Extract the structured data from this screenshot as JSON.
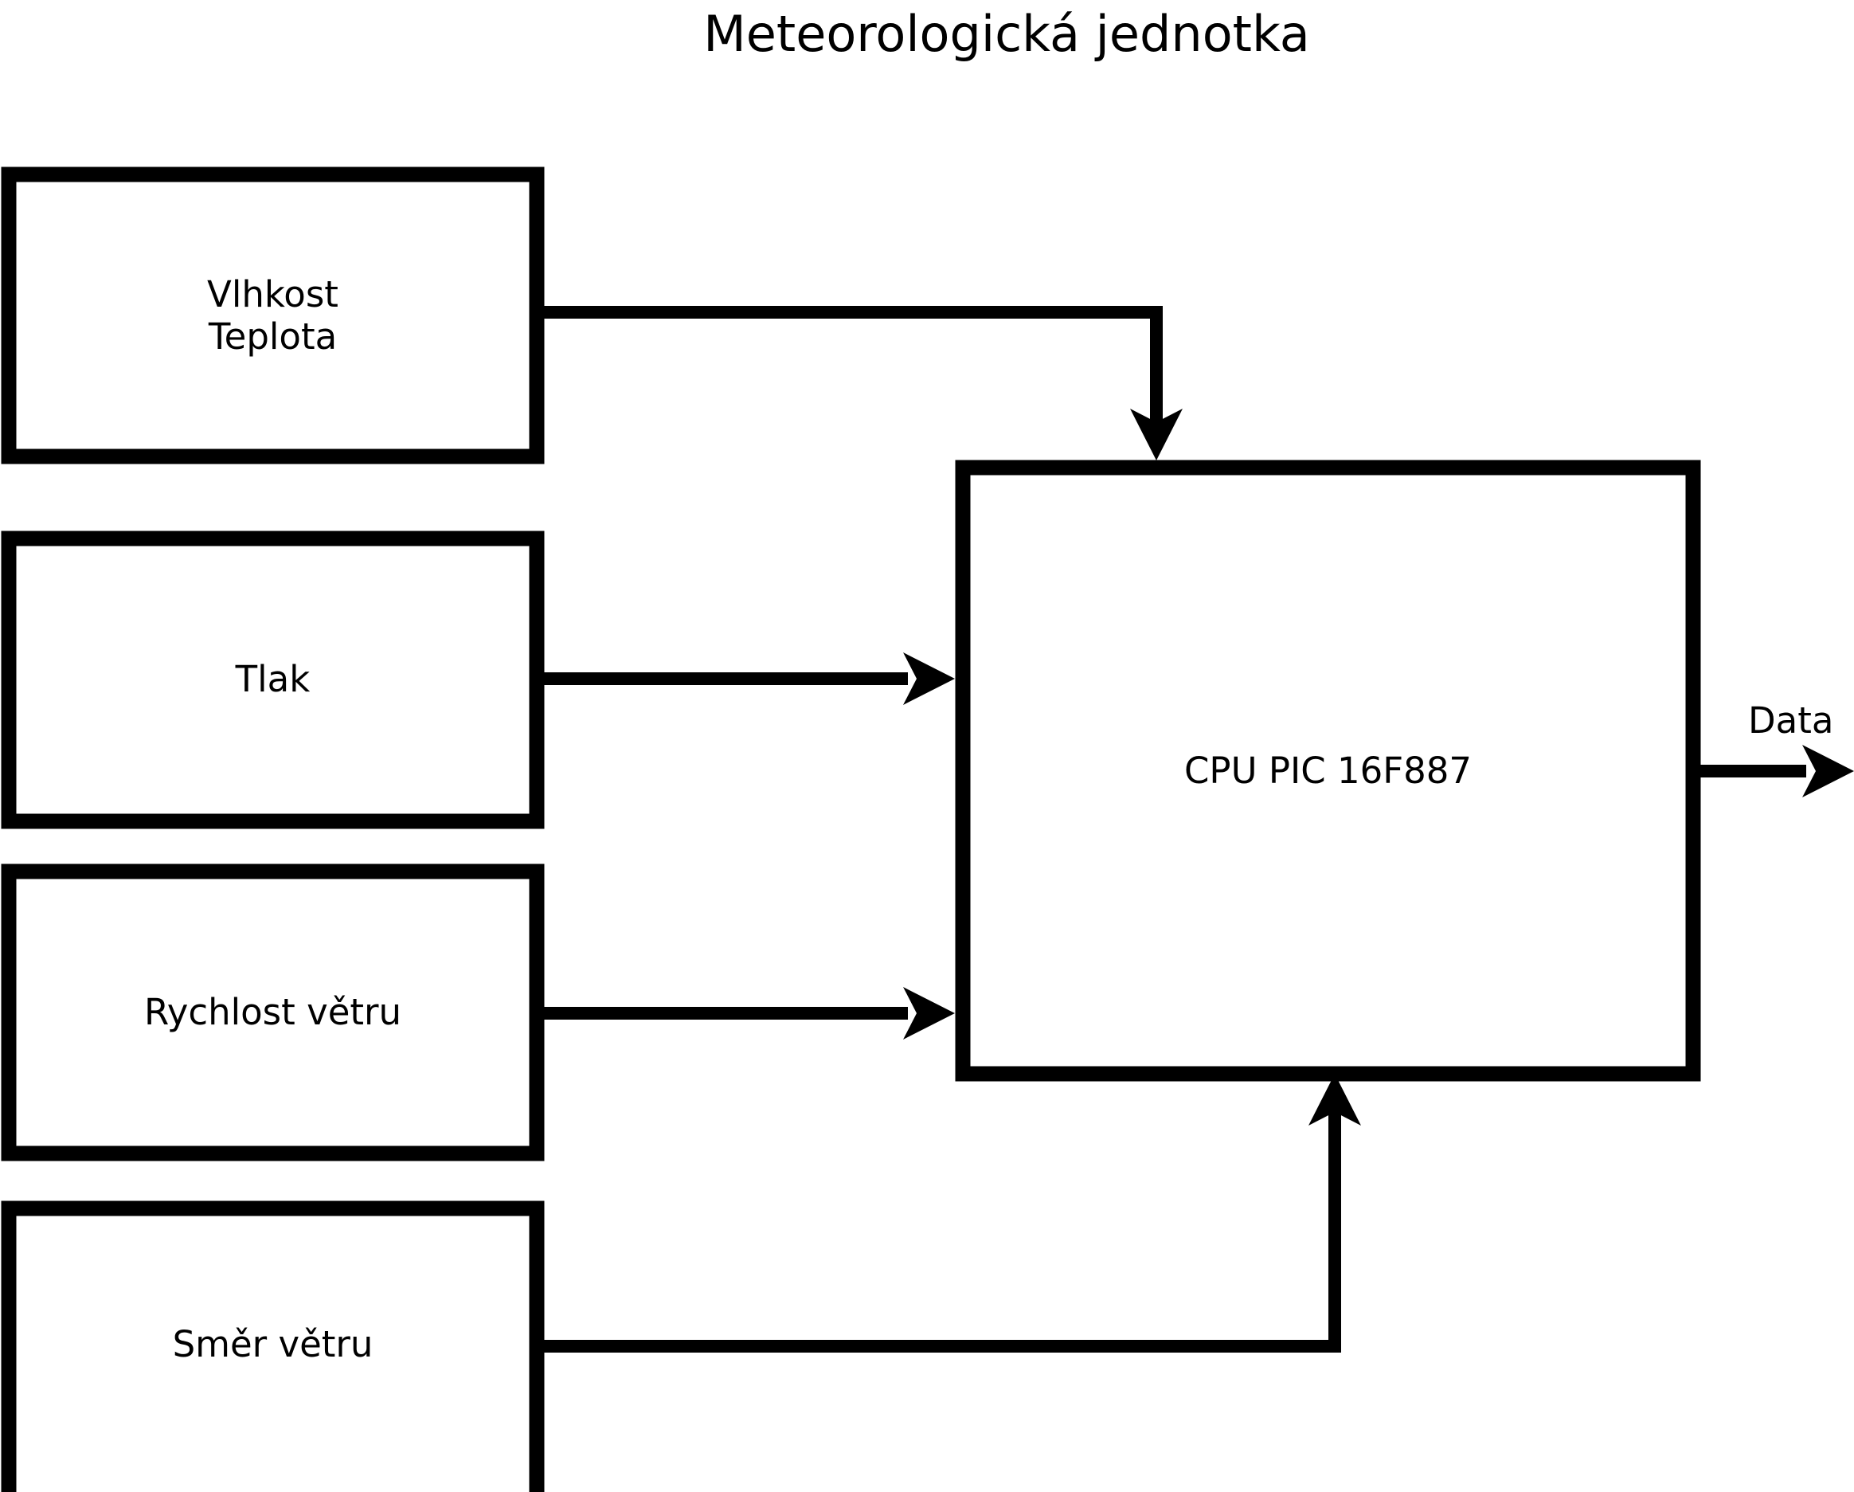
{
  "diagram": {
    "title": "Meteorologická jednotka",
    "blocks": [
      {
        "id": "humidity-temperature",
        "label": "Vlhkost\nTeplota",
        "line1": "Vlhkost",
        "line2": "Teplota"
      },
      {
        "id": "pressure",
        "label": "Tlak"
      },
      {
        "id": "wind-speed",
        "label": "Rychlost větru"
      },
      {
        "id": "wind-direction",
        "label": "Směr větru"
      }
    ],
    "cpu": {
      "id": "cpu",
      "label": "CPU PIC 16F887"
    },
    "output": {
      "id": "data-output",
      "label": "Data"
    },
    "colors": {
      "stroke": "#000000",
      "fill": "#ffffff",
      "background": "#ffffff"
    },
    "connections": [
      {
        "from": "humidity-temperature",
        "to": "cpu",
        "style": "orthogonal-down",
        "arrow": "down"
      },
      {
        "from": "pressure",
        "to": "cpu",
        "style": "straight",
        "arrow": "right"
      },
      {
        "from": "wind-speed",
        "to": "cpu",
        "style": "straight",
        "arrow": "right"
      },
      {
        "from": "wind-direction",
        "to": "cpu",
        "style": "orthogonal-up",
        "arrow": "up"
      },
      {
        "from": "cpu",
        "to": "data-output",
        "style": "straight",
        "arrow": "right"
      }
    ]
  }
}
